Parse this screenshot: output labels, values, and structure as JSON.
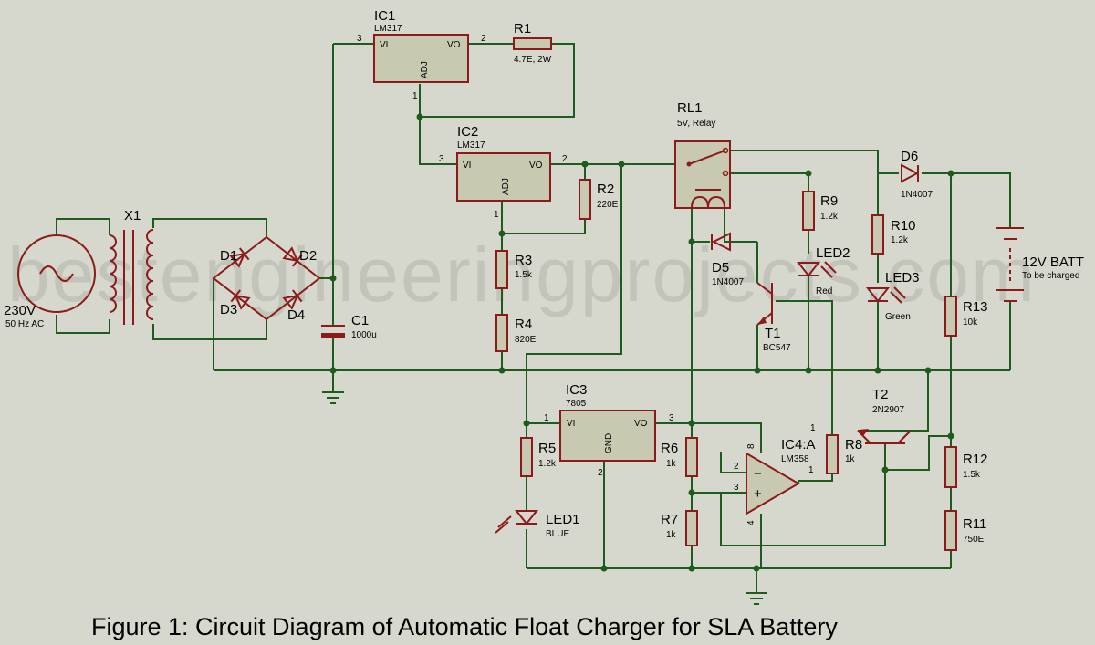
{
  "caption": "Figure 1: Circuit Diagram of Automatic Float Charger for SLA Battery",
  "watermark": "bestengineeringprojects.com",
  "components": {
    "ic1": {
      "ref": "IC1",
      "part": "LM317",
      "vi": "VI",
      "vo": "VO",
      "adj": "ADJ",
      "p_in": "3",
      "p_out": "2",
      "p_adj": "1"
    },
    "ic2": {
      "ref": "IC2",
      "part": "LM317",
      "vi": "VI",
      "vo": "VO",
      "adj": "ADJ",
      "p_in": "3",
      "p_out": "2",
      "p_adj": "1"
    },
    "ic3": {
      "ref": "IC3",
      "part": "7805",
      "vi": "VI",
      "vo": "VO",
      "gnd": "GND",
      "p_in": "1",
      "p_out": "3",
      "p_gnd": "2"
    },
    "ic4": {
      "ref": "IC4:A",
      "part": "LM358",
      "p_inv": "2",
      "p_non": "3",
      "p_out": "1",
      "p_vcc": "8",
      "p_gnd": "4"
    },
    "r1": {
      "ref": "R1",
      "value": "4.7E, 2W"
    },
    "r2": {
      "ref": "R2",
      "value": "220E"
    },
    "r3": {
      "ref": "R3",
      "value": "1.5k"
    },
    "r4": {
      "ref": "R4",
      "value": "820E"
    },
    "r5": {
      "ref": "R5",
      "value": "1.2k"
    },
    "r6": {
      "ref": "R6",
      "value": "1k"
    },
    "r7": {
      "ref": "R7",
      "value": "1k"
    },
    "r8": {
      "ref": "R8",
      "value": "1k"
    },
    "r9": {
      "ref": "R9",
      "value": "1.2k"
    },
    "r10": {
      "ref": "R10",
      "value": "1.2k"
    },
    "r11": {
      "ref": "R11",
      "value": "750E"
    },
    "r12": {
      "ref": "R12",
      "value": "1.5k"
    },
    "r13": {
      "ref": "R13",
      "value": "10k"
    },
    "rl1": {
      "ref": "RL1",
      "value": "5V, Relay"
    },
    "x1": {
      "ref": "X1"
    },
    "d1": {
      "ref": "D1"
    },
    "d2": {
      "ref": "D2"
    },
    "d3": {
      "ref": "D3"
    },
    "d4": {
      "ref": "D4"
    },
    "d5": {
      "ref": "D5",
      "value": "1N4007"
    },
    "d6": {
      "ref": "D6",
      "value": "1N4007"
    },
    "c1": {
      "ref": "C1",
      "value": "1000u"
    },
    "led1": {
      "ref": "LED1",
      "value": "BLUE"
    },
    "led2": {
      "ref": "LED2",
      "value": "Red"
    },
    "led3": {
      "ref": "LED3",
      "value": "Green"
    },
    "t1": {
      "ref": "T1",
      "value": "BC547",
      "pin": "1"
    },
    "t2": {
      "ref": "T2",
      "value": "2N2907"
    },
    "src": {
      "ref": "230V",
      "value": "50 Hz AC"
    },
    "batt": {
      "ref": "12V BATT",
      "value": "To be charged"
    }
  }
}
